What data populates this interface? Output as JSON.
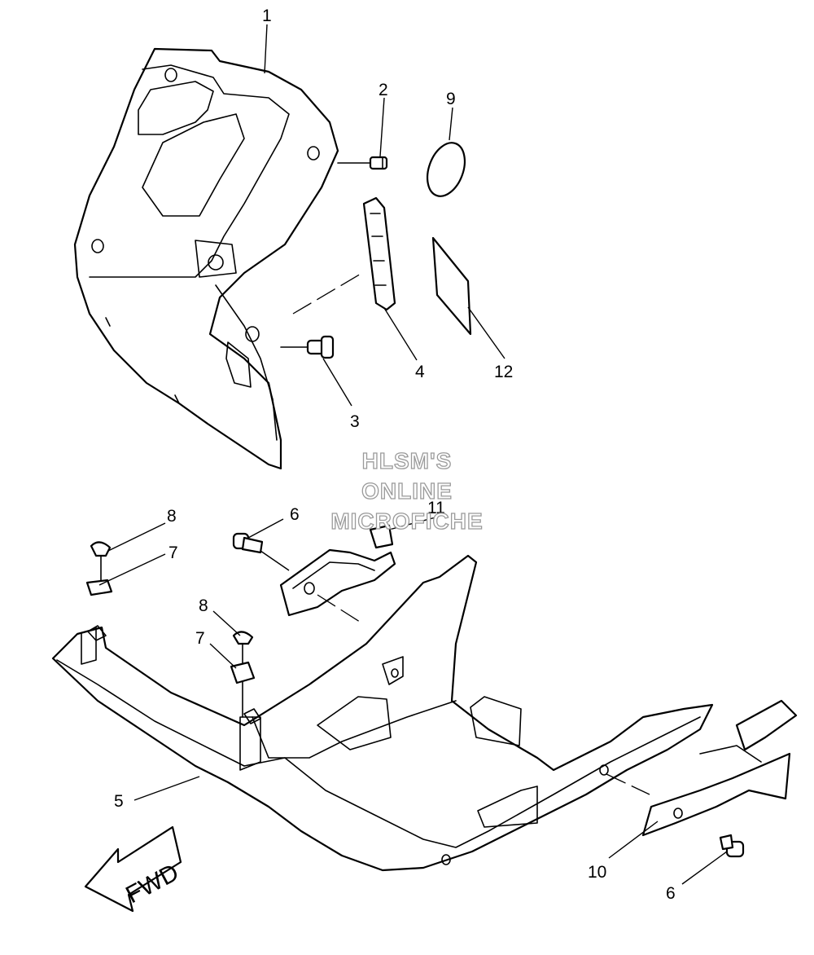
{
  "watermark": {
    "line1": "HLSM'S",
    "line2": "ONLINE",
    "line3": "MICROFICHE"
  },
  "arrow_label": "FWD",
  "callouts": [
    {
      "id": "c1",
      "text": "1"
    },
    {
      "id": "c2",
      "text": "2"
    },
    {
      "id": "c3",
      "text": "3"
    },
    {
      "id": "c4",
      "text": "4"
    },
    {
      "id": "c5",
      "text": "5"
    },
    {
      "id": "c6a",
      "text": "6"
    },
    {
      "id": "c6b",
      "text": "6"
    },
    {
      "id": "c7a",
      "text": "7"
    },
    {
      "id": "c7b",
      "text": "7"
    },
    {
      "id": "c8a",
      "text": "8"
    },
    {
      "id": "c8b",
      "text": "8"
    },
    {
      "id": "c9",
      "text": "9"
    },
    {
      "id": "c10",
      "text": "10"
    },
    {
      "id": "c11",
      "text": "11"
    },
    {
      "id": "c12",
      "text": "12"
    }
  ],
  "colors": {
    "line": "#000000",
    "watermark_outline": "#9a9a9a",
    "background": "#ffffff"
  }
}
